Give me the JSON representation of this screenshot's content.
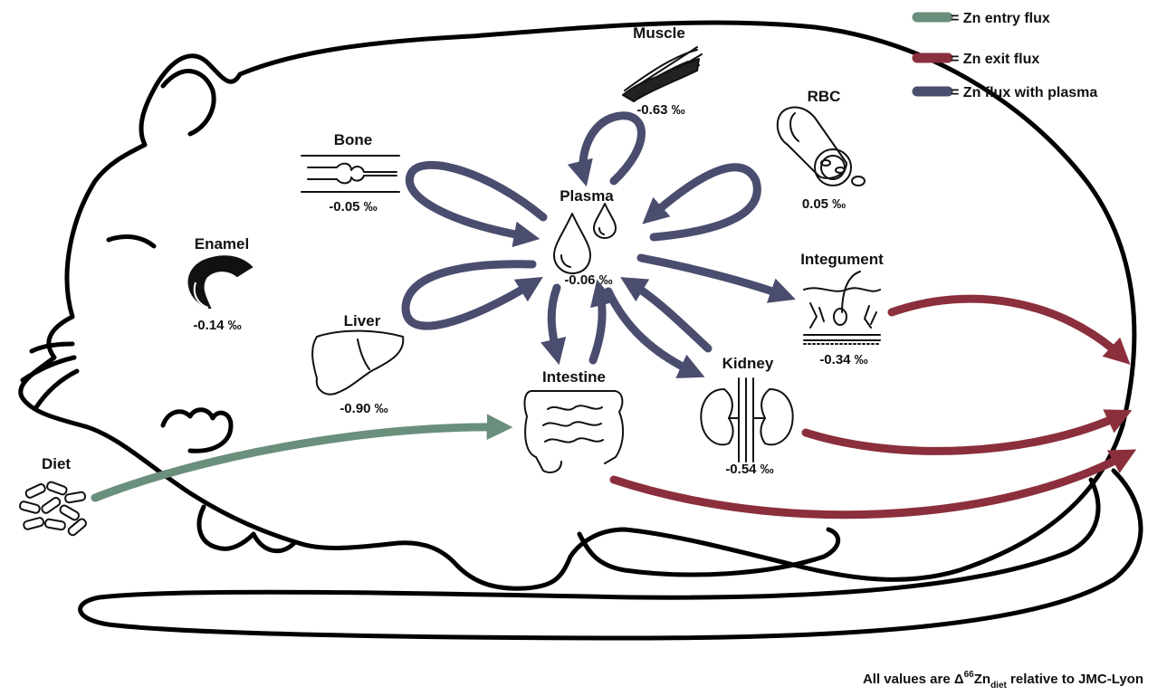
{
  "colors": {
    "entry": "#6b8f7d",
    "exit": "#8b2f3c",
    "plasma": "#4a4d6e",
    "outline": "#000000"
  },
  "legend": [
    {
      "key": "entry",
      "label": "= Zn entry flux"
    },
    {
      "key": "exit",
      "label": "= Zn exit flux"
    },
    {
      "key": "plasma",
      "label": "= Zn flux with plasma"
    }
  ],
  "compartments": {
    "muscle": {
      "label": "Muscle",
      "value": "-0.63 ‰",
      "icon": "muscle-fiber-icon"
    },
    "rbc": {
      "label": "RBC",
      "value": "0.05 ‰",
      "icon": "red-blood-cell-icon"
    },
    "bone": {
      "label": "Bone",
      "value": "-0.05 ‰",
      "icon": "bone-icon"
    },
    "plasma": {
      "label": "Plasma",
      "value": "-0.06 ‰",
      "icon": "plasma-drops-icon"
    },
    "enamel": {
      "label": "Enamel",
      "value": "-0.14 ‰",
      "icon": "enamel-icon"
    },
    "integument": {
      "label": "Integument",
      "value": "-0.34 ‰",
      "icon": "skin-hair-icon"
    },
    "liver": {
      "label": "Liver",
      "value": "-0.90 ‰",
      "icon": "liver-icon"
    },
    "intestine": {
      "label": "Intestine",
      "value": "",
      "icon": "intestine-icon"
    },
    "kidney": {
      "label": "Kidney",
      "value": "-0.54 ‰",
      "icon": "kidney-icon"
    },
    "diet": {
      "label": "Diet",
      "value": "",
      "icon": "food-pellets-icon"
    }
  },
  "footer": {
    "prefix": "All values are Δ",
    "superscript": "66",
    "element": "Zn",
    "subscript": "diet",
    "suffix": " relative to JMC-Lyon"
  }
}
